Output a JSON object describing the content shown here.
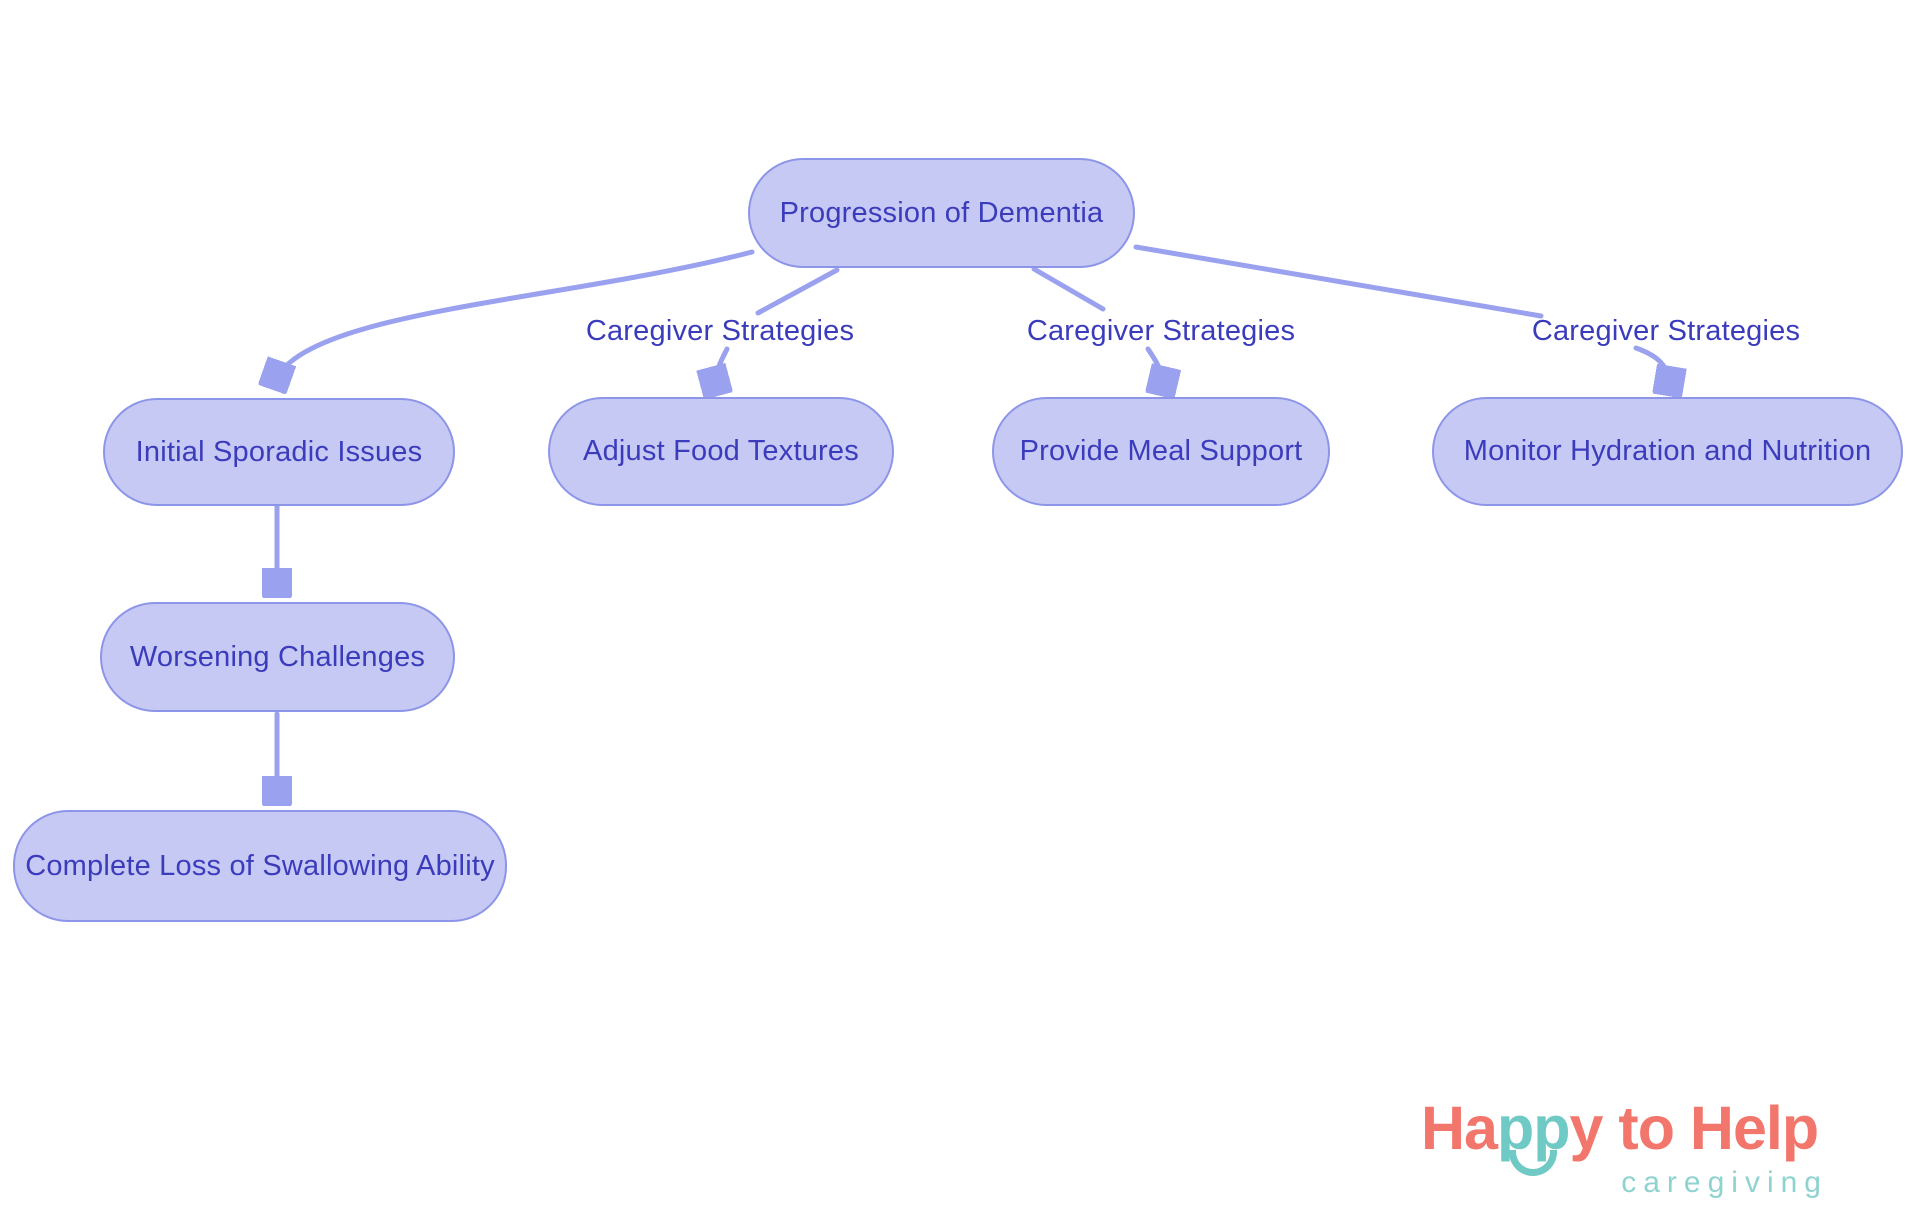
{
  "diagram": {
    "title_node": "Progression of Dementia",
    "nodes": [
      {
        "id": "progression",
        "label": "Progression of Dementia"
      },
      {
        "id": "initial",
        "label": "Initial Sporadic Issues"
      },
      {
        "id": "worsening",
        "label": "Worsening Challenges"
      },
      {
        "id": "complete",
        "label": "Complete Loss of Swallowing Ability"
      },
      {
        "id": "adjust",
        "label": "Adjust Food Textures"
      },
      {
        "id": "provide",
        "label": "Provide Meal Support"
      },
      {
        "id": "monitor",
        "label": "Monitor Hydration and Nutrition"
      }
    ],
    "edges": [
      {
        "from": "progression",
        "to": "initial",
        "label": ""
      },
      {
        "from": "progression",
        "to": "adjust",
        "label": "Caregiver Strategies"
      },
      {
        "from": "progression",
        "to": "provide",
        "label": "Caregiver Strategies"
      },
      {
        "from": "progression",
        "to": "monitor",
        "label": "Caregiver Strategies"
      },
      {
        "from": "initial",
        "to": "worsening",
        "label": ""
      },
      {
        "from": "worsening",
        "to": "complete",
        "label": ""
      }
    ],
    "colors": {
      "node_fill": "#c6c9f4",
      "node_border": "#8d95e9",
      "edge_stroke": "#9aa1ee",
      "text": "#3b3cbc",
      "background": "#ffffff"
    }
  },
  "logo": {
    "word1_part1": "Ha",
    "word1_part2": "pp",
    "word1_part3": "y to Help",
    "tagline": "caregiving",
    "colors": {
      "coral": "#f2766b",
      "teal": "#6fc9c4",
      "tagline_teal": "#8ed3cf"
    }
  }
}
